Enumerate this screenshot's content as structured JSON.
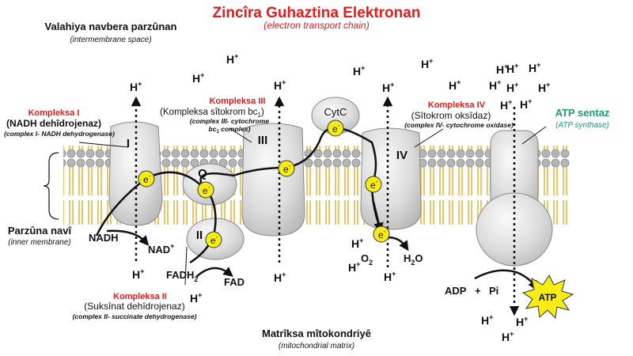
{
  "title": "Zincîra Guhaztina Elektronan",
  "subtitle": "(electron transport chain)",
  "regions": {
    "intermembrane": {
      "label": "Valahiya navbera parzûnan",
      "sub": "(intermembrane space)"
    },
    "inner_membrane": {
      "label": "Parzûna navî",
      "sub": "(inner membrane)"
    },
    "matrix": {
      "label": "Matrîksa mîtokondriyê",
      "sub": "(mitochondrial matrix)"
    }
  },
  "complexes": {
    "c1": {
      "numeral": "I",
      "title": "Kompleksa I",
      "name": "(NADH dehîdrojenaz)",
      "sub": "(complex I- NADH dehydrogenase)"
    },
    "c2": {
      "numeral": "II",
      "title": "Kompleksa II",
      "name": "(Suksînat dehîdrojenaz)",
      "sub": "(complex II- succinate dehydrogenase)"
    },
    "c3": {
      "numeral": "III",
      "title": "Kompleksa III",
      "name": "(Kompleksa sîtokrom bc",
      "name_sub": "1",
      "name_end": ")",
      "sub1": "(complex III- cytochrome",
      "sub2": "bc",
      "sub2_sub": "1",
      "sub2_end": " complex)"
    },
    "c4": {
      "numeral": "IV",
      "title": "Kompleksa IV",
      "name": "(Sîtokrom oksîdaz)",
      "sub": "(complex IV- cytochrome oxidase)"
    },
    "atp": {
      "title": "ATP sentaz",
      "sub": "(ATP synthase)"
    }
  },
  "carriers": {
    "q": "Q",
    "cytc": "CytC"
  },
  "molecules": {
    "nadh": "NADH",
    "nad": "NAD",
    "nad_sup": "+",
    "fadh": "FADH",
    "fadh_sub": "2",
    "fad": "FAD",
    "o2": "O",
    "o2_sub": "2",
    "h2o_h": "H",
    "h2o_sub": "2",
    "h2o_o": "O",
    "adp": "ADP",
    "plus": "+",
    "pi": "Pi",
    "atp": "ATP"
  },
  "proton": {
    "h": "H",
    "sup": "+"
  },
  "electron": {
    "e": "e",
    "sup": "-"
  },
  "colors": {
    "title": "#e31b1b",
    "complex_title": "#e31b1b",
    "atp_title": "#1f9a74",
    "protein": "#d9d9d9",
    "lipid_head": "#b5b5b5",
    "lipid_tail": "#f2c46a",
    "electron": "#f7ec13"
  }
}
